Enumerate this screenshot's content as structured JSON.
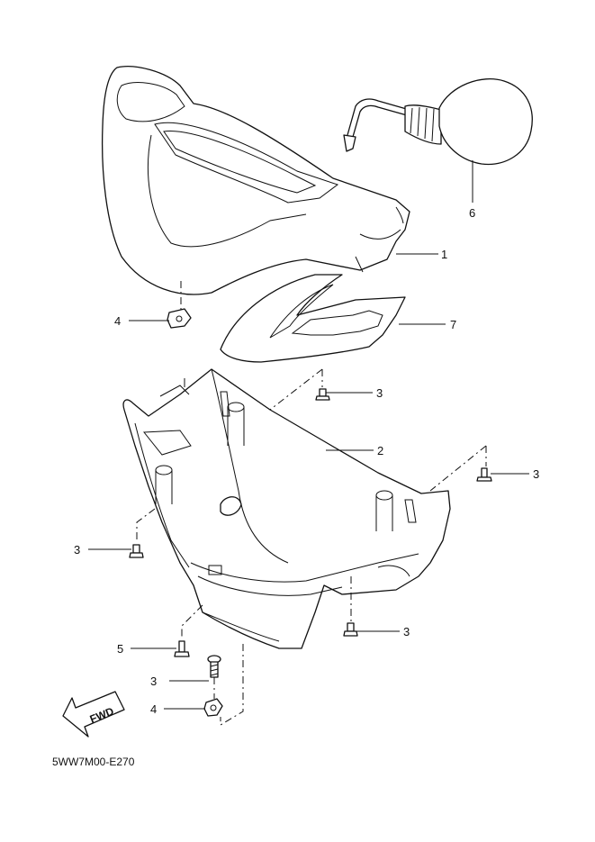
{
  "callouts": [
    {
      "id": "c1",
      "label": "1",
      "part": "handlebar-cover-front"
    },
    {
      "id": "c2",
      "label": "2",
      "part": "handlebar-cover-rear"
    },
    {
      "id": "c3a",
      "label": "3",
      "part": "screw"
    },
    {
      "id": "c3b",
      "label": "3",
      "part": "screw"
    },
    {
      "id": "c3c",
      "label": "3",
      "part": "screw"
    },
    {
      "id": "c3d",
      "label": "3",
      "part": "screw"
    },
    {
      "id": "c3e",
      "label": "3",
      "part": "screw"
    },
    {
      "id": "c4a",
      "label": "4",
      "part": "nut"
    },
    {
      "id": "c4b",
      "label": "4",
      "part": "nut"
    },
    {
      "id": "c5",
      "label": "5",
      "part": "screw"
    },
    {
      "id": "c6",
      "label": "6",
      "part": "mirror"
    },
    {
      "id": "c7",
      "label": "7",
      "part": "emblem"
    }
  ],
  "fwd_label": "FWD",
  "diagram_code": "5WW7M00-E270"
}
